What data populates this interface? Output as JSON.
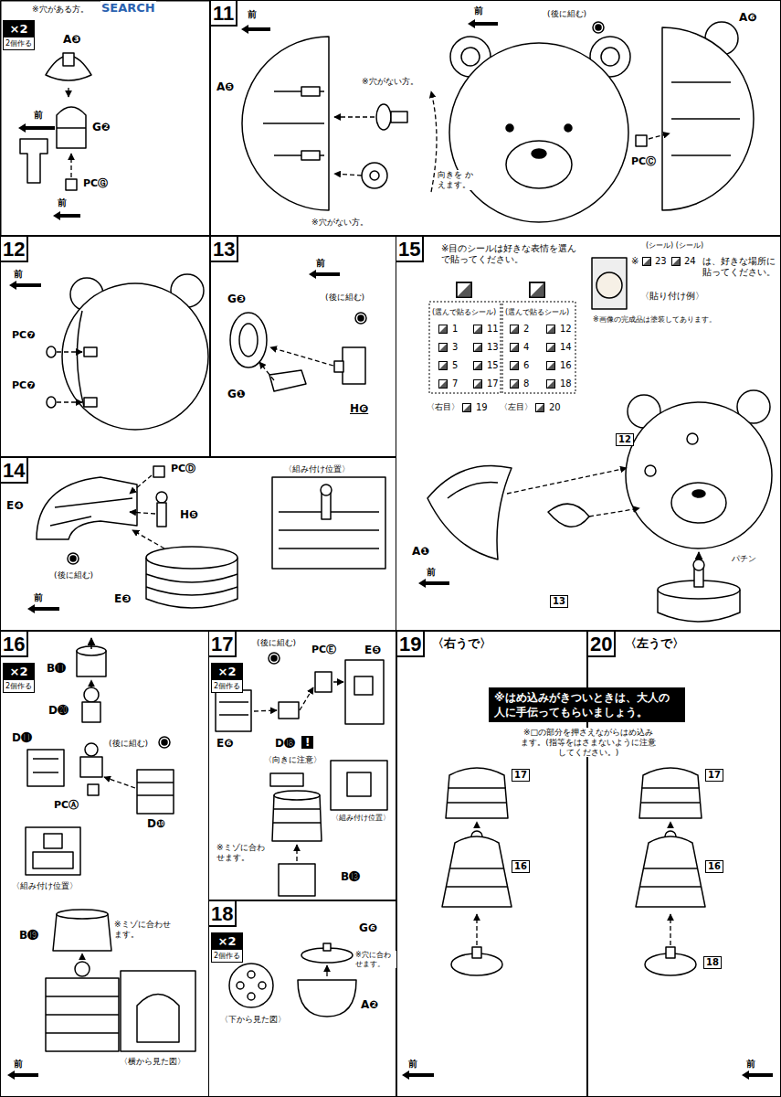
{
  "diagram": {
    "nodes": [
      {
        "text": [
          "×2",
          "2個作る"
        ]
      },
      {
        "text": [
          "11"
        ]
      },
      {
        "text": [
          "12"
        ]
      },
      {
        "text": [
          "13"
        ]
      },
      {
        "text": [
          "14"
        ]
      },
      {
        "text": [
          "15"
        ]
      },
      {
        "text": [
          "12"
        ],
        "in": 5
      },
      {
        "text": [
          "13"
        ],
        "in": 5
      },
      {
        "text": [
          "16"
        ]
      },
      {
        "text": [
          "×2",
          "2個作る"
        ],
        "in": 8
      },
      {
        "text": [
          "17"
        ]
      },
      {
        "text": [
          "×2",
          "2個作る"
        ],
        "in": 10
      },
      {
        "text": [
          "18"
        ]
      },
      {
        "text": [
          "×2",
          "2個作る"
        ],
        "in": 12
      },
      {
        "text": [
          "19"
        ]
      },
      {
        "text": [
          "20"
        ]
      },
      {
        "text": [
          "※はめ込みがきついときは、大人の人に手伝ってもらいましょう。"
        ]
      },
      {
        "text": [
          "17"
        ],
        "in": 14
      },
      {
        "text": [
          "16"
        ],
        "in": 14
      },
      {
        "text": [
          "17"
        ],
        "in": 15
      },
      {
        "text": [
          "16"
        ],
        "in": 15
      },
      {
        "text": [
          "18"
        ],
        "in": 15
      }
    ],
    "labels": [
      "SEARCH",
      "※穴がある方。",
      "A❸",
      "G❷",
      "PCⒼ",
      "前",
      "前",
      "前",
      "A❺",
      "※穴がない方。",
      "※穴がない方。",
      "向きを かえます。",
      "前",
      "(後に組む)",
      "A❻",
      "PCⒸ",
      "前",
      "PC❼",
      "PC❼",
      "前",
      "G❸",
      "(後に組む)",
      "G❶",
      "H❻",
      "PCⒹ",
      "E❹",
      "H❺",
      "E❸",
      "(後に組む)",
      "前",
      "〈組み付け位置〉",
      "※目のシールは好きな表情を選んで貼ってください。",
      "(選んで貼るシール)",
      "(選んで貼るシール)",
      "1",
      "11",
      "3",
      "13",
      "5",
      "15",
      "7",
      "17",
      "2",
      "12",
      "4",
      "14",
      "6",
      "16",
      "8",
      "18",
      "〈右目〉",
      "19",
      "〈左目〉",
      "20",
      "(シール) (シール)",
      "※",
      "23",
      "24",
      "は、好きな場所に貼ってください。",
      "〈貼り付け例〉",
      "※画像の完成品は塗装してあります。",
      "A❶",
      "前",
      "パチン",
      "B⓫",
      "D⓴",
      "D⓫",
      "(後に組む)",
      "PCⒶ",
      "D❿",
      "〈組み付け位置〉",
      "B⓳",
      "※ミゾに合わせます。",
      "〈横から見た図〉",
      "前",
      "(後に組む)",
      "PCⒺ",
      "E❺",
      "E❻",
      "D⓲",
      "!",
      "〈向きに注意〉",
      "〈組み付け位置〉",
      "※ミゾに合わせます。",
      "B⓭",
      "〈下から見た図〉",
      "G❻",
      "※穴に合わせます。",
      "A❷",
      "〈右うで〉",
      "※□の部分を押さえながらはめ込みます。(指等をはさまないように注意してください。)",
      "前",
      "〈左うで〉",
      "前"
    ]
  }
}
